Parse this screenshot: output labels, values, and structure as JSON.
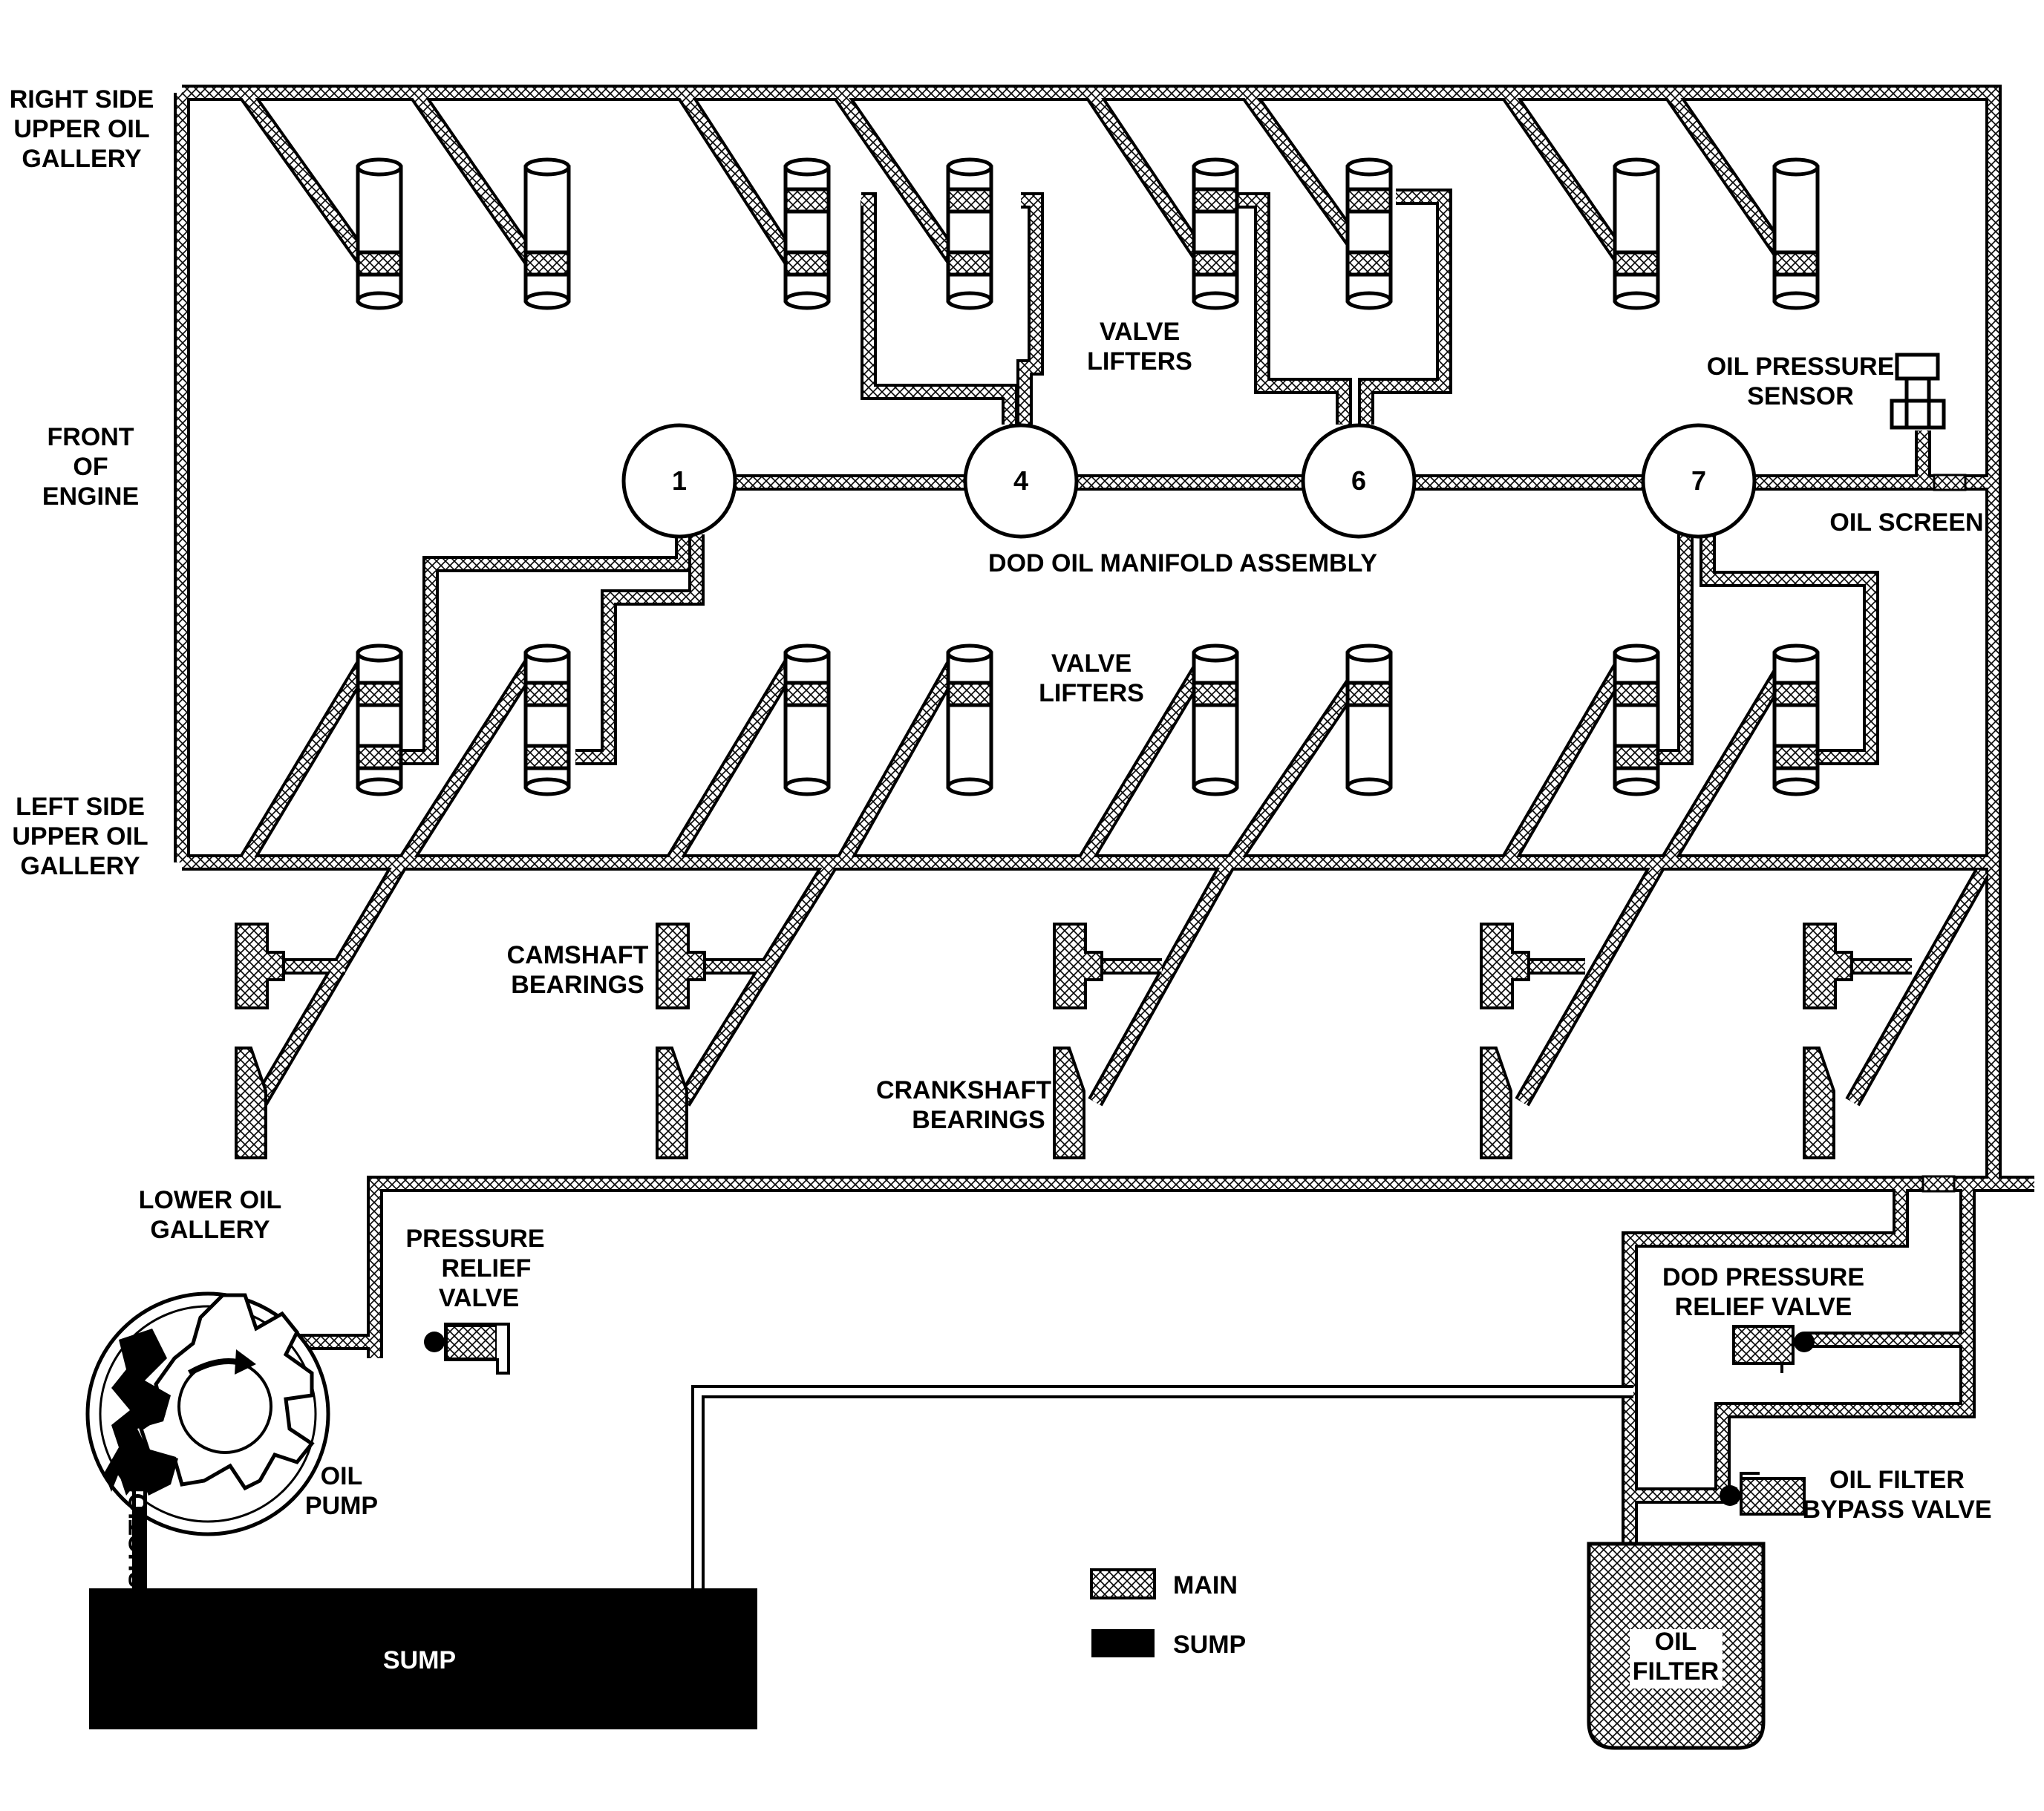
{
  "labels": {
    "right_gallery": [
      "RIGHT SIDE",
      "UPPER OIL",
      "GALLERY"
    ],
    "front": [
      "FRONT",
      "OF",
      "ENGINE"
    ],
    "left_gallery": [
      "LEFT SIDE",
      "UPPER OIL",
      "GALLERY"
    ],
    "valve_lifters_top": [
      "VALVE",
      "LIFTERS"
    ],
    "valve_lifters_bottom": [
      "VALVE",
      "LIFTERS"
    ],
    "oil_pressure_sensor": [
      "OIL PRESSURE",
      "SENSOR"
    ],
    "oil_screen": "OIL SCREEN",
    "manifold": "DOD OIL MANIFOLD ASSEMBLY",
    "camshaft": [
      "CAMSHAFT",
      "BEARINGS"
    ],
    "crankshaft": [
      "CRANKSHAFT",
      "BEARINGS"
    ],
    "lower_gallery": [
      "LOWER OIL",
      "GALLERY"
    ],
    "pressure_relief": [
      "PRESSURE",
      "RELIEF",
      "VALVE"
    ],
    "oil_pump": [
      "OIL",
      "PUMP"
    ],
    "suction": "SUCTION",
    "sump": "SUMP",
    "dod_relief": [
      "DOD PRESSURE",
      "RELIEF VALVE"
    ],
    "bypass": [
      "OIL FILTER",
      "BYPASS VALVE"
    ],
    "oil_filter": [
      "OIL",
      "FILTER"
    ]
  },
  "manifold_ports": [
    "1",
    "4",
    "6",
    "7"
  ],
  "legend": [
    {
      "label": "MAIN",
      "style": "hatched"
    },
    {
      "label": "SUMP",
      "style": "solid"
    }
  ],
  "colors": {
    "ink": "#000000",
    "paper": "#ffffff"
  }
}
